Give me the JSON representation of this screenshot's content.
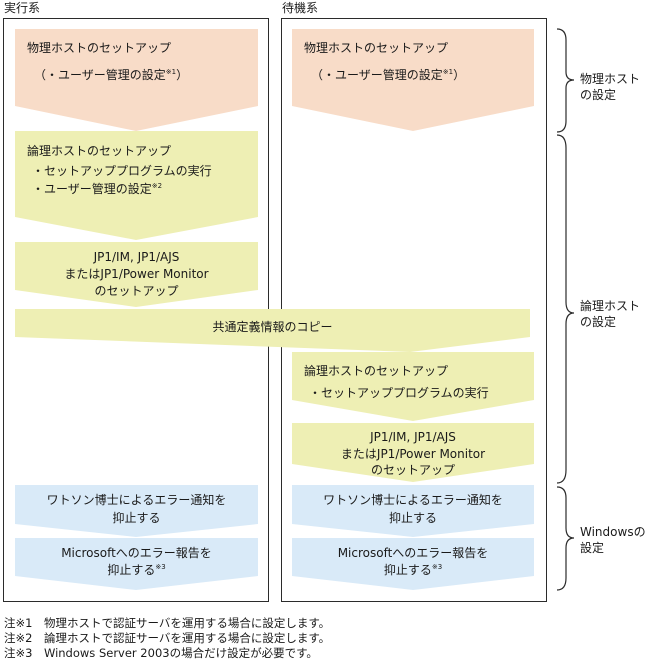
{
  "columns": {
    "active": "実行系",
    "standby": "待機系"
  },
  "active_steps": {
    "physical_setup": {
      "title": "物理ホストのセットアップ",
      "sub": "（・ユーザー管理の設定",
      "note": "※1",
      "close": "）"
    },
    "logical_setup": {
      "title": "論理ホストのセットアップ",
      "line1": "・セットアッププログラムの実行",
      "line2": "・ユーザー管理の設定",
      "note": "※2"
    },
    "jp1_setup": {
      "line1": "JP1/IM, JP1/AJS",
      "line2": "またはJP1/Power Monitor",
      "line3": "のセットアップ"
    },
    "watson": {
      "line1": "ワトソン博士によるエラー通知を",
      "line2": "抑止する"
    },
    "ms_report": {
      "line1": "Microsoftへのエラー報告を",
      "line2": "抑止する",
      "note": "※3"
    }
  },
  "shared_step": {
    "label": "共通定義情報のコピー"
  },
  "standby_steps": {
    "physical_setup": {
      "title": "物理ホストのセットアップ",
      "sub": "（・ユーザー管理の設定",
      "note": "※1",
      "close": "）"
    },
    "logical_setup": {
      "title": "論理ホストのセットアップ",
      "line1": "・セットアッププログラムの実行"
    },
    "jp1_setup": {
      "line1": "JP1/IM, JP1/AJS",
      "line2": "またはJP1/Power Monitor",
      "line3": "のセットアップ"
    },
    "watson": {
      "line1": "ワトソン博士によるエラー通知を",
      "line2": "抑止する"
    },
    "ms_report": {
      "line1": "Microsoftへのエラー報告を",
      "line2": "抑止する",
      "note": "※3"
    }
  },
  "braces": {
    "physical": {
      "line1": "物理ホスト",
      "line2": "の設定"
    },
    "logical": {
      "line1": "論理ホスト",
      "line2": "の設定"
    },
    "windows": {
      "line1": "Windowsの",
      "line2": "設定"
    }
  },
  "notes": [
    "注※1　物理ホストで認証サーバを運用する場合に設定します。",
    "注※2　論理ホストで認証サーバを運用する場合に設定します。",
    "注※3　Windows Server 2003の場合だけ設定が必要です。"
  ],
  "colors": {
    "physical_fill": "#f8dcc8",
    "logical_fill": "#eeefb4",
    "windows_fill": "#d9eaf8",
    "frame": "#2b2b2b"
  }
}
